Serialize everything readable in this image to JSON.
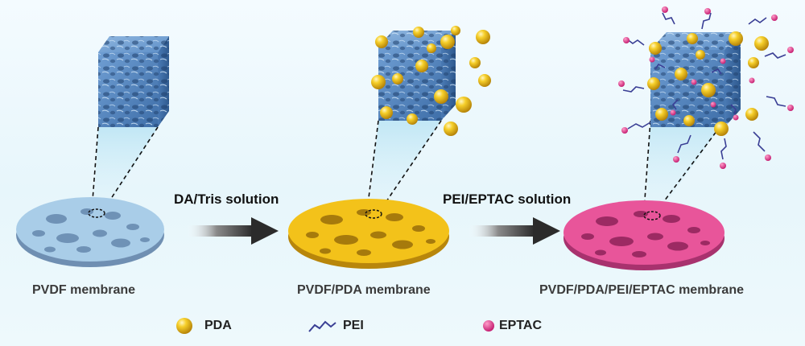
{
  "steps": [
    {
      "label": "DA/Tris solution"
    },
    {
      "label": "PEI/EPTAC solution"
    }
  ],
  "membranes": [
    {
      "label": "PVDF membrane",
      "color": "#a9cde8"
    },
    {
      "label": "PVDF/PDA membrane",
      "color": "#f3c21a"
    },
    {
      "label": "PVDF/PDA/PEI/EPTAC membrane",
      "color": "#e8559a"
    }
  ],
  "legend": [
    {
      "label": "PDA",
      "icon": "pda-particle-icon",
      "color": "#e8b40e"
    },
    {
      "label": "PEI",
      "icon": "pei-chain-icon",
      "color": "#3a3f95"
    },
    {
      "label": "EPTAC",
      "icon": "eptac-dot-icon",
      "color": "#e0318a"
    }
  ]
}
